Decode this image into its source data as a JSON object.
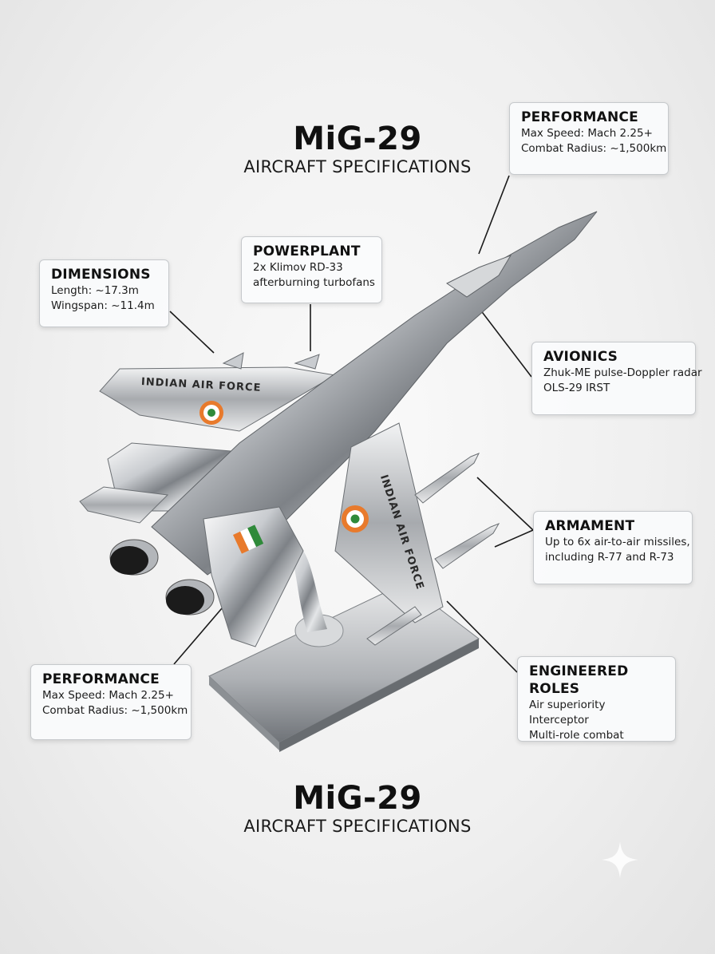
{
  "top_title": {
    "heading": "MiG-29",
    "subheading": "AIRCRAFT SPECIFICATIONS"
  },
  "bottom_title": {
    "heading": "MiG-29",
    "subheading": "AIRCRAFT SPECIFICATIONS"
  },
  "cards": {
    "performance_top": {
      "title": "PERFORMANCE",
      "lines": [
        "Max Speed: Mach 2.25+",
        "Combat Radius: ~1,500km"
      ]
    },
    "dimensions": {
      "title": "DIMENSIONS",
      "lines": [
        "Length: ~17.3m",
        "Wingspan: ~11.4m"
      ]
    },
    "powerplant": {
      "title": "POWERPLANT",
      "lines": [
        "2x Klimov RD-33",
        "afterburning turbofans"
      ]
    },
    "avionics": {
      "title": "AVIONICS",
      "lines": [
        "Zhuk-ME pulse-Doppler radar",
        "OLS-29 IRST"
      ]
    },
    "armament": {
      "title": "ARMAMENT",
      "lines": [
        "Up to 6x air-to-air missiles,",
        "including R-77 and R-73"
      ]
    },
    "performance_bottom": {
      "title": "PERFORMANCE",
      "lines": [
        "Max Speed: Mach 2.25+",
        "Combat Radius: ~1,500km"
      ]
    },
    "engineered_roles": {
      "title": "ENGINEERED ROLES",
      "lines": [
        "Air superiority",
        "Interceptor",
        "Multi-role combat"
      ]
    }
  },
  "model_markings": {
    "left_wing": "INDIAN AIR FORCE",
    "right_wing": "INDIAN AIR FORCE"
  },
  "colors": {
    "chrome_light": "#f4f4f4",
    "chrome_mid": "#b9bcc0",
    "chrome_dark": "#5e6266",
    "saffron": "#e87a2c",
    "green": "#2f8a3a",
    "nozzle": "#1b1b1b"
  }
}
